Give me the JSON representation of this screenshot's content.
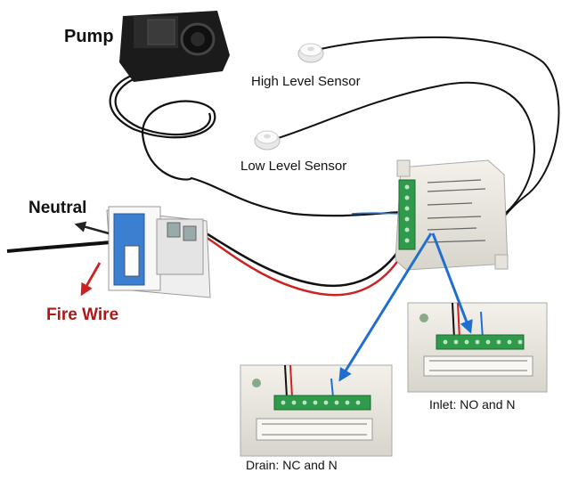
{
  "labels": {
    "pump": "Pump",
    "high_sensor": "High Level Sensor",
    "low_sensor": "Low Level Sensor",
    "neutral": "Neutral",
    "fire_wire": "Fire Wire",
    "inlet": "Inlet: NO and N",
    "drain": "Drain: NC and N"
  },
  "colors": {
    "fire_wire": "#b01818",
    "pointer_arrow": "#1f6fd1",
    "terminal_green": "#2f9a4a",
    "cable_black": "#111111",
    "sensor_white": "#f2f2f2",
    "breaker_blue": "#3a7fd0"
  }
}
